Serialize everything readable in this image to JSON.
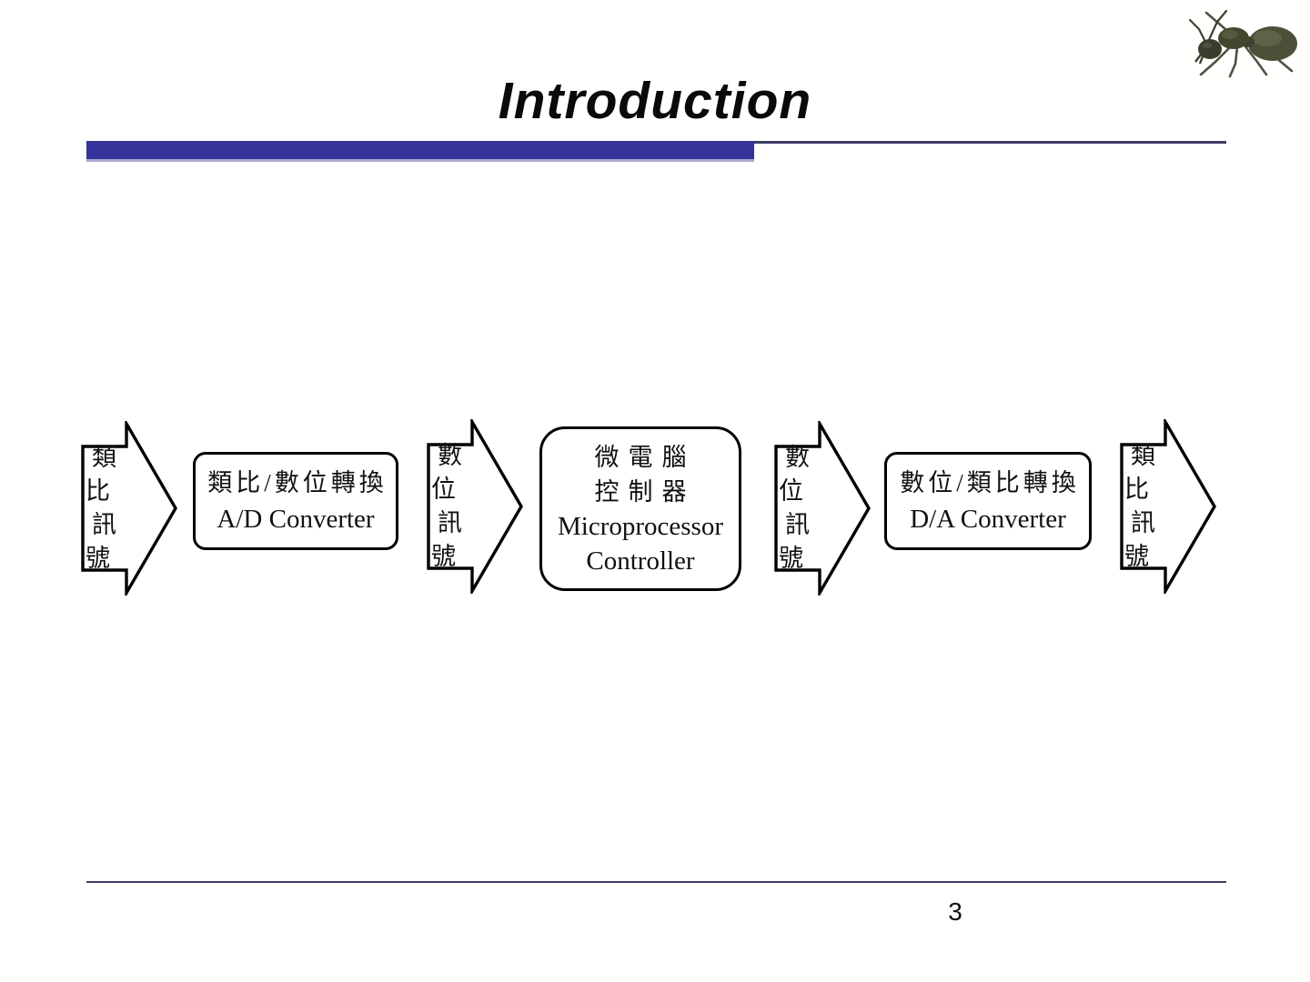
{
  "slide": {
    "title": "Introduction",
    "page_number": "3"
  },
  "theme": {
    "accent_bar_color": "#333399",
    "accent_bar_edge_color": "#a9a9d2",
    "rule_color": "#3d3d66",
    "diagram_line_color": "#000000",
    "background_color": "#fffffe"
  },
  "icons": {
    "ant": "ant-photo"
  },
  "diagram": {
    "arrows": [
      {
        "line1": "類比",
        "line2": "訊號"
      },
      {
        "line1": "數位",
        "line2": "訊號"
      },
      {
        "line1": "數位",
        "line2": "訊號"
      },
      {
        "line1": "類比",
        "line2": "訊號"
      }
    ],
    "boxes": [
      {
        "line1": "類比/數位轉換",
        "line2": "A/D Converter"
      },
      {
        "line1": "微電腦",
        "line2": "控制器",
        "line3": "Microprocessor",
        "line4": "Controller"
      },
      {
        "line1": "數位/類比轉換",
        "line2": "D/A Converter"
      }
    ]
  }
}
